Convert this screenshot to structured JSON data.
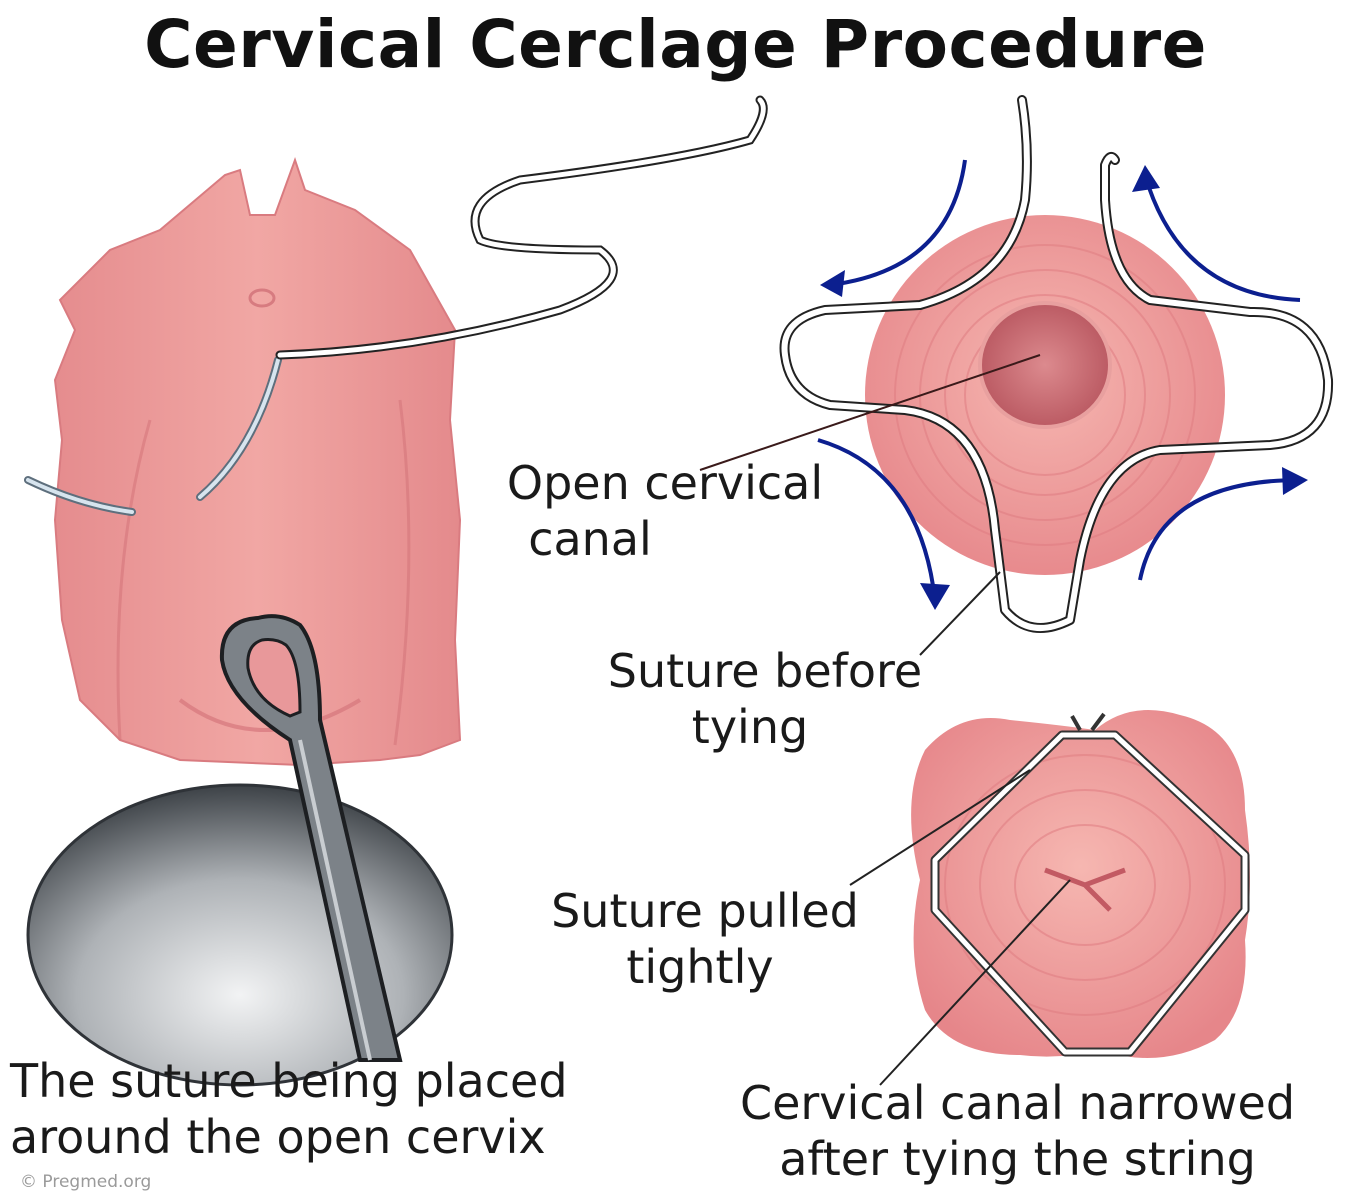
{
  "title": "Cervical Cerclage Procedure",
  "labels": {
    "open_canal": [
      "Open cervical",
      "canal"
    ],
    "suture_before": [
      "Suture before",
      "tying"
    ],
    "suture_pulled": [
      "Suture pulled",
      "tightly"
    ],
    "canal_narrowed": [
      "Cervical canal narrowed",
      "after tying the string"
    ],
    "suture_placed": [
      "The suture being placed",
      "around the open cervix"
    ]
  },
  "credit": "© Pregmed.org",
  "colors": {
    "tissue": "#e8868a",
    "tissue_light": "#f2a9a6",
    "canal": "#c9676e",
    "arrow": "#0c1f8f",
    "speculum": "#5b6066",
    "suture": "#ffffff"
  }
}
